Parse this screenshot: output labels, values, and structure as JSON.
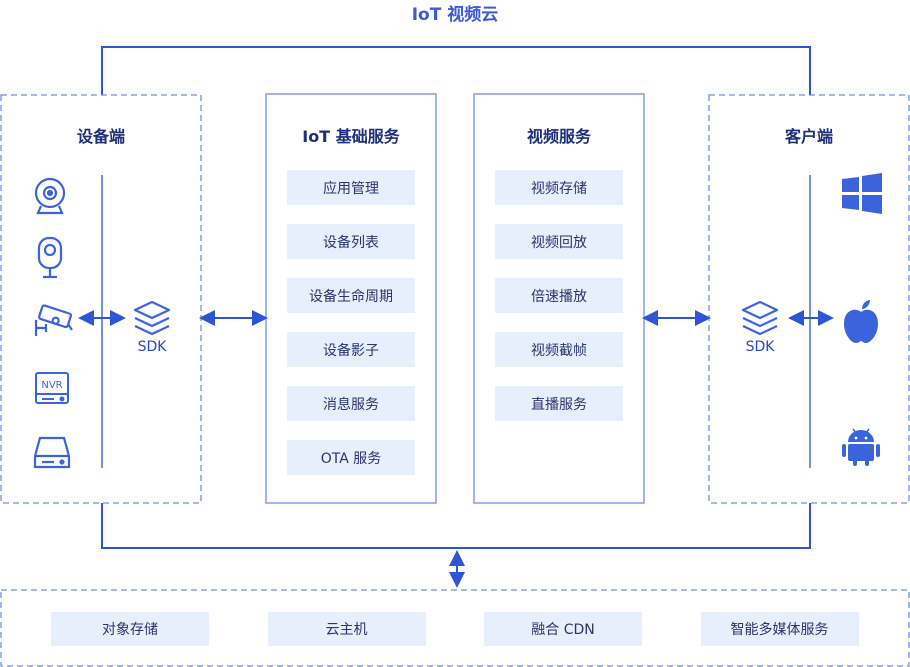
{
  "title": "IoT 视频云",
  "device_panel": {
    "heading": "设备端",
    "sdk_label": "SDK",
    "icons": [
      "webcam-icon",
      "indoor-camera-icon",
      "surveillance-camera-icon",
      "nvr-icon",
      "storage-device-icon"
    ],
    "nvr_text": "NVR"
  },
  "iot_panel": {
    "heading": "IoT 基础服务",
    "items": [
      "应用管理",
      "设备列表",
      "设备生命周期",
      "设备影子",
      "消息服务",
      "OTA 服务"
    ]
  },
  "video_panel": {
    "heading": "视频服务",
    "items": [
      "视频存储",
      "视频回放",
      "倍速播放",
      "视频截帧",
      "直播服务"
    ]
  },
  "client_panel": {
    "heading": "客户端",
    "sdk_label": "SDK",
    "icons": [
      "windows-icon",
      "apple-icon",
      "android-icon"
    ]
  },
  "infrastructure": {
    "items": [
      "对象存储",
      "云主机",
      "融合 CDN",
      "智能多媒体服务"
    ]
  },
  "colors": {
    "line": "#2e55d6",
    "dash": "#6f8fe8",
    "chip_bg": "#e7eefc",
    "icon": "#3b64dc"
  }
}
